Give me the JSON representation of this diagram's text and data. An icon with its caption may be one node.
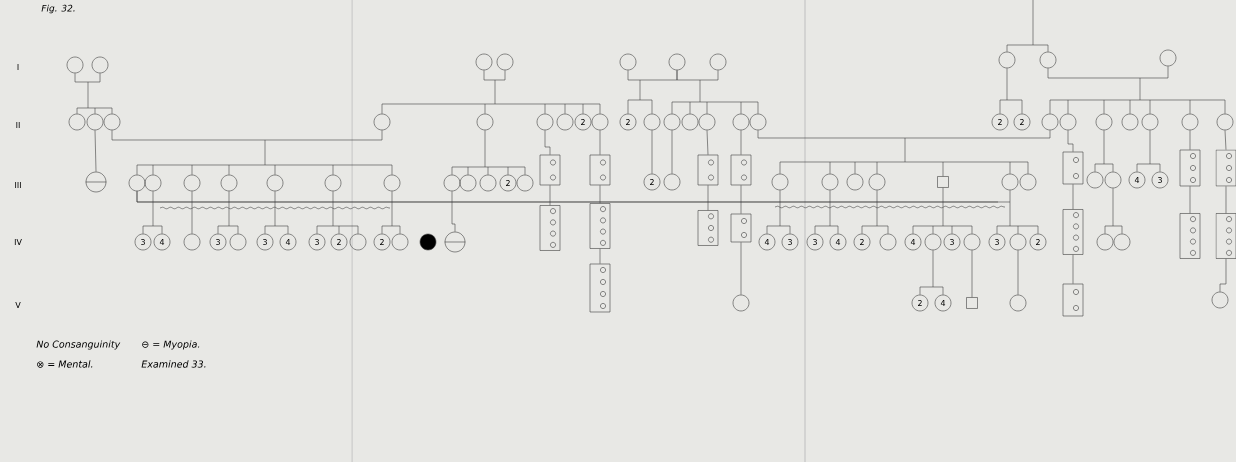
{
  "diagram": {
    "title": "Fig. 32.",
    "nodes": [
      {
        "text": [],
        "shape": "circle"
      },
      {
        "text": [],
        "shape": "circle"
      },
      {
        "text": [],
        "shape": "circle"
      },
      {
        "text": [],
        "shape": "circle"
      },
      {
        "text": [],
        "shape": "circle"
      },
      {
        "text": [],
        "shape": "circle"
      },
      {
        "text": [],
        "shape": "circle"
      },
      {
        "text": [],
        "shape": "circle"
      },
      {
        "text": [],
        "shape": "circle"
      },
      {
        "text": [],
        "shape": "circle"
      },
      {
        "text": [],
        "shape": "circle"
      },
      {
        "text": [],
        "shape": "circle"
      },
      {
        "text": [],
        "shape": "circle"
      },
      {
        "text": [],
        "shape": "circle"
      },
      {
        "text": [],
        "shape": "circle"
      },
      {
        "text": [],
        "shape": "circle"
      },
      {
        "text": [],
        "shape": "circle"
      },
      {
        "text": [
          "2"
        ]
      },
      {
        "text": [],
        "shape": "circle"
      },
      {
        "text": [
          "2"
        ]
      },
      {
        "text": [],
        "shape": "circle"
      },
      {
        "text": [],
        "shape": "circle"
      },
      {
        "text": [],
        "shape": "circle"
      },
      {
        "text": [],
        "shape": "circle"
      },
      {
        "text": [],
        "shape": "circle"
      },
      {
        "text": [],
        "shape": "circle"
      },
      {
        "text": [
          "2"
        ]
      },
      {
        "text": [
          "2"
        ]
      },
      {
        "text": [],
        "shape": "circle"
      },
      {
        "text": [],
        "shape": "circle"
      },
      {
        "text": [],
        "shape": "circle"
      },
      {
        "text": [],
        "shape": "circle"
      },
      {
        "text": [],
        "shape": "circle"
      },
      {
        "text": [],
        "shape": "circle"
      },
      {
        "text": [],
        "shape": "circle"
      },
      {
        "text": [],
        "shape": "circle"
      },
      {
        "text": [],
        "shape": "circle"
      },
      {
        "text": [],
        "shape": "circle"
      },
      {
        "text": [],
        "shape": "circle"
      },
      {
        "text": [],
        "shape": "circle"
      },
      {
        "text": [],
        "shape": "circle"
      },
      {
        "text": [],
        "shape": "circle"
      },
      {
        "text": [],
        "shape": "circle"
      },
      {
        "text": [],
        "shape": "circle"
      },
      {
        "text": [],
        "shape": "circle"
      },
      {
        "text": [],
        "shape": "circle"
      },
      {
        "text": [
          "2"
        ]
      },
      {
        "text": [],
        "shape": "circle"
      },
      {
        "text": [],
        "shape": "box"
      },
      {
        "text": [],
        "shape": "box"
      },
      {
        "text": [
          "2"
        ]
      },
      {
        "text": [],
        "shape": "circle"
      },
      {
        "text": [],
        "shape": "box"
      },
      {
        "text": [],
        "shape": "box"
      },
      {
        "text": [],
        "shape": "circle"
      },
      {
        "text": [],
        "shape": "circle"
      },
      {
        "text": [],
        "shape": "circle"
      },
      {
        "text": [],
        "shape": "circle"
      },
      {
        "text": [],
        "shape": "box"
      },
      {
        "text": [],
        "shape": "circle"
      },
      {
        "text": [],
        "shape": "circle"
      },
      {
        "text": [],
        "shape": "box"
      },
      {
        "text": [],
        "shape": "circle"
      },
      {
        "text": [],
        "shape": "circle"
      },
      {
        "text": [
          "4"
        ]
      },
      {
        "text": [
          "3"
        ]
      },
      {
        "text": [],
        "shape": "box"
      },
      {
        "text": [],
        "shape": "box"
      },
      {
        "text": [
          "3"
        ]
      },
      {
        "text": [
          "4"
        ]
      },
      {
        "text": [],
        "shape": "circle"
      },
      {
        "text": [
          "3"
        ]
      },
      {
        "text": [],
        "shape": "circle"
      },
      {
        "text": [
          "3"
        ]
      },
      {
        "text": [
          "4"
        ]
      },
      {
        "text": [
          "3"
        ]
      },
      {
        "text": [
          "2"
        ]
      },
      {
        "text": [],
        "shape": "circle"
      },
      {
        "text": [
          "2"
        ]
      },
      {
        "text": [],
        "shape": "circle"
      },
      {
        "text": [],
        "shape": "circle"
      },
      {
        "text": [],
        "shape": "circle"
      },
      {
        "text": [],
        "shape": "box"
      },
      {
        "text": [],
        "shape": "box"
      },
      {
        "text": [],
        "shape": "box"
      },
      {
        "text": [],
        "shape": "box"
      },
      {
        "text": [
          "4"
        ]
      },
      {
        "text": [
          "3"
        ]
      },
      {
        "text": [
          "3"
        ]
      },
      {
        "text": [
          "4"
        ]
      },
      {
        "text": [
          "2"
        ]
      },
      {
        "text": [],
        "shape": "circle"
      },
      {
        "text": [
          "4"
        ]
      },
      {
        "text": [],
        "shape": "circle"
      },
      {
        "text": [
          "3"
        ]
      },
      {
        "text": [],
        "shape": "circle"
      },
      {
        "text": [
          "3"
        ]
      },
      {
        "text": [],
        "shape": "circle"
      },
      {
        "text": [
          "2"
        ]
      },
      {
        "text": [],
        "shape": "box"
      },
      {
        "text": [],
        "shape": "circle"
      },
      {
        "text": [],
        "shape": "circle"
      },
      {
        "text": [],
        "shape": "box"
      },
      {
        "text": [],
        "shape": "box"
      },
      {
        "text": [],
        "shape": "box"
      },
      {
        "text": [],
        "shape": "circle"
      },
      {
        "text": [
          "2"
        ]
      },
      {
        "text": [
          "4"
        ]
      },
      {
        "text": [],
        "shape": "box"
      },
      {
        "text": [],
        "shape": "circle"
      },
      {
        "text": [],
        "shape": "box"
      },
      {
        "text": [],
        "shape": "circle"
      }
    ],
    "edges": [
      {
        "from": 0,
        "to": 1,
        "arrow": "none"
      },
      {
        "from": 2,
        "to": 3,
        "arrow": "none"
      },
      {
        "from": 4,
        "to": 5,
        "arrow": "none"
      },
      {
        "from": 5,
        "to": 6,
        "arrow": "none"
      },
      {
        "from": 8,
        "to": 9,
        "arrow": "none"
      },
      {
        "from": 12,
        "to": 13,
        "arrow": "none"
      },
      {
        "from": 25,
        "to": 28,
        "arrow": "none"
      },
      {
        "from": null,
        "to": 7,
        "arrow": "none"
      },
      {
        "from": null,
        "to": 8,
        "arrow": "none"
      },
      {
        "from": 0,
        "to": 10,
        "arrow": "none"
      },
      {
        "from": 0,
        "to": 11,
        "arrow": "none"
      },
      {
        "from": 0,
        "to": 12,
        "arrow": "none"
      },
      {
        "from": 11,
        "to": 35,
        "arrow": "none"
      },
      {
        "from": 12,
        "to": 36,
        "arrow": "none"
      },
      {
        "from": 12,
        "to": 37,
        "arrow": "none"
      },
      {
        "from": 12,
        "to": 38,
        "arrow": "none"
      },
      {
        "from": 12,
        "to": 39,
        "arrow": "none"
      },
      {
        "from": 12,
        "to": 40,
        "arrow": "none"
      },
      {
        "from": 12,
        "to": 41,
        "arrow": "none"
      },
      {
        "from": 12,
        "to": 42,
        "arrow": "none"
      },
      {
        "from": 2,
        "to": 13,
        "arrow": "none"
      },
      {
        "from": 2,
        "to": 14,
        "arrow": "none"
      },
      {
        "from": 2,
        "to": 15,
        "arrow": "none"
      },
      {
        "from": 2,
        "to": 16,
        "arrow": "none"
      },
      {
        "from": 2,
        "to": 17,
        "arrow": "none"
      },
      {
        "from": 2,
        "to": 18,
        "arrow": "none"
      },
      {
        "from": 14,
        "to": 43,
        "arrow": "none"
      },
      {
        "from": 14,
        "to": 44,
        "arrow": "none"
      },
      {
        "from": 14,
        "to": 45,
        "arrow": "none"
      },
      {
        "from": 14,
        "to": 46,
        "arrow": "none"
      },
      {
        "from": 14,
        "to": 47,
        "arrow": "none"
      },
      {
        "from": 15,
        "to": 48,
        "arrow": "none"
      },
      {
        "from": 48,
        "to": 82,
        "arrow": "none"
      },
      {
        "from": 18,
        "to": 49,
        "arrow": "none"
      },
      {
        "from": 49,
        "to": 83,
        "arrow": "none"
      },
      {
        "from": 83,
        "to": 104,
        "arrow": "none"
      },
      {
        "from": 4,
        "to": 19,
        "arrow": "none"
      },
      {
        "from": 4,
        "to": 20,
        "arrow": "none"
      },
      {
        "from": 5,
        "to": 21,
        "arrow": "none"
      },
      {
        "from": 5,
        "to": 22,
        "arrow": "none"
      },
      {
        "from": 5,
        "to": 23,
        "arrow": "none"
      },
      {
        "from": 5,
        "to": 24,
        "arrow": "none"
      },
      {
        "from": 5,
        "to": 25,
        "arrow": "none"
      },
      {
        "from": 20,
        "to": 50,
        "arrow": "none"
      },
      {
        "from": 21,
        "to": 51,
        "arrow": "none"
      },
      {
        "from": 23,
        "to": 52,
        "arrow": "none"
      },
      {
        "from": 52,
        "to": 84,
        "arrow": "none"
      },
      {
        "from": 24,
        "to": 53,
        "arrow": "none"
      },
      {
        "from": 53,
        "to": 85,
        "arrow": "none"
      },
      {
        "from": 85,
        "to": 105,
        "arrow": "none"
      },
      {
        "from": 25,
        "to": 54,
        "arrow": "none"
      },
      {
        "from": 25,
        "to": 55,
        "arrow": "none"
      },
      {
        "from": 25,
        "to": 56,
        "arrow": "none"
      },
      {
        "from": 25,
        "to": 57,
        "arrow": "none"
      },
      {
        "from": 25,
        "to": 58,
        "arrow": "none"
      },
      {
        "from": 25,
        "to": 59,
        "arrow": "none"
      },
      {
        "from": 25,
        "to": 60,
        "arrow": "none"
      },
      {
        "from": 54,
        "to": 86,
        "arrow": "none"
      },
      {
        "from": 54,
        "to": 87,
        "arrow": "none"
      },
      {
        "from": 55,
        "to": 88,
        "arrow": "none"
      },
      {
        "from": 55,
        "to": 89,
        "arrow": "none"
      },
      {
        "from": 57,
        "to": 90,
        "arrow": "none"
      },
      {
        "from": 57,
        "to": 91,
        "arrow": "none"
      },
      {
        "from": 58,
        "to": 92,
        "arrow": "none"
      },
      {
        "from": 58,
        "to": 93,
        "arrow": "none"
      },
      {
        "from": 58,
        "to": 94,
        "arrow": "none"
      },
      {
        "from": 58,
        "to": 95,
        "arrow": "none"
      },
      {
        "from": 59,
        "to": 96,
        "arrow": "none"
      },
      {
        "from": 59,
        "to": 97,
        "arrow": "none"
      },
      {
        "from": 59,
        "to": 98,
        "arrow": "none"
      },
      {
        "from": 93,
        "to": 106,
        "arrow": "none"
      },
      {
        "from": 93,
        "to": 107,
        "arrow": "none"
      },
      {
        "from": 95,
        "to": 108,
        "arrow": "none"
      },
      {
        "from": 97,
        "to": 109,
        "arrow": "none"
      },
      {
        "from": 7,
        "to": 26,
        "arrow": "none"
      },
      {
        "from": 7,
        "to": 27,
        "arrow": "none"
      },
      {
        "from": 8,
        "to": 28,
        "arrow": "none"
      },
      {
        "from": 8,
        "to": 29,
        "arrow": "none"
      },
      {
        "from": 8,
        "to": 30,
        "arrow": "none"
      },
      {
        "from": 8,
        "to": 31,
        "arrow": "none"
      },
      {
        "from": 8,
        "to": 32,
        "arrow": "none"
      },
      {
        "from": 8,
        "to": 33,
        "arrow": "none"
      },
      {
        "from": 8,
        "to": 34,
        "arrow": "none"
      },
      {
        "from": 29,
        "to": 61,
        "arrow": "none"
      },
      {
        "from": 61,
        "to": 99,
        "arrow": "none"
      },
      {
        "from": 99,
        "to": 110,
        "arrow": "none"
      },
      {
        "from": 30,
        "to": 62,
        "arrow": "none"
      },
      {
        "from": 30,
        "to": 63,
        "arrow": "none"
      },
      {
        "from": 63,
        "to": 100,
        "arrow": "none"
      },
      {
        "from": 63,
        "to": 101,
        "arrow": "none"
      },
      {
        "from": 32,
        "to": 64,
        "arrow": "none"
      },
      {
        "from": 32,
        "to": 65,
        "arrow": "none"
      },
      {
        "from": 33,
        "to": 66,
        "arrow": "none"
      },
      {
        "from": 66,
        "to": 102,
        "arrow": "none"
      },
      {
        "from": 34,
        "to": 67,
        "arrow": "none"
      },
      {
        "from": 67,
        "to": 103,
        "arrow": "none"
      },
      {
        "from": 103,
        "to": 111,
        "arrow": "none"
      },
      {
        "from": 43,
        "to": 81,
        "arrow": "none"
      },
      {
        "from": 37,
        "to": 68,
        "arrow": "none"
      },
      {
        "from": 37,
        "to": 69,
        "arrow": "none"
      },
      {
        "from": 38,
        "to": 70,
        "arrow": "none"
      },
      {
        "from": 39,
        "to": 71,
        "arrow": "none"
      },
      {
        "from": 39,
        "to": 72,
        "arrow": "none"
      },
      {
        "from": 40,
        "to": 73,
        "arrow": "none"
      },
      {
        "from": 40,
        "to": 74,
        "arrow": "none"
      },
      {
        "from": 41,
        "to": 75,
        "arrow": "none"
      },
      {
        "from": 41,
        "to": 76,
        "arrow": "none"
      },
      {
        "from": 41,
        "to": 77,
        "arrow": "none"
      },
      {
        "from": 42,
        "to": 78,
        "arrow": "none"
      },
      {
        "from": 42,
        "to": 79,
        "arrow": "none"
      },
      {
        "from": 36,
        "to": null,
        "arrow": "none"
      }
    ],
    "labels": [
      "I",
      "II",
      "III",
      "IV",
      "V",
      "No Consanguinity",
      "⊖ = Myopia.",
      "⊗ = Mental.",
      "Examined 33."
    ]
  }
}
